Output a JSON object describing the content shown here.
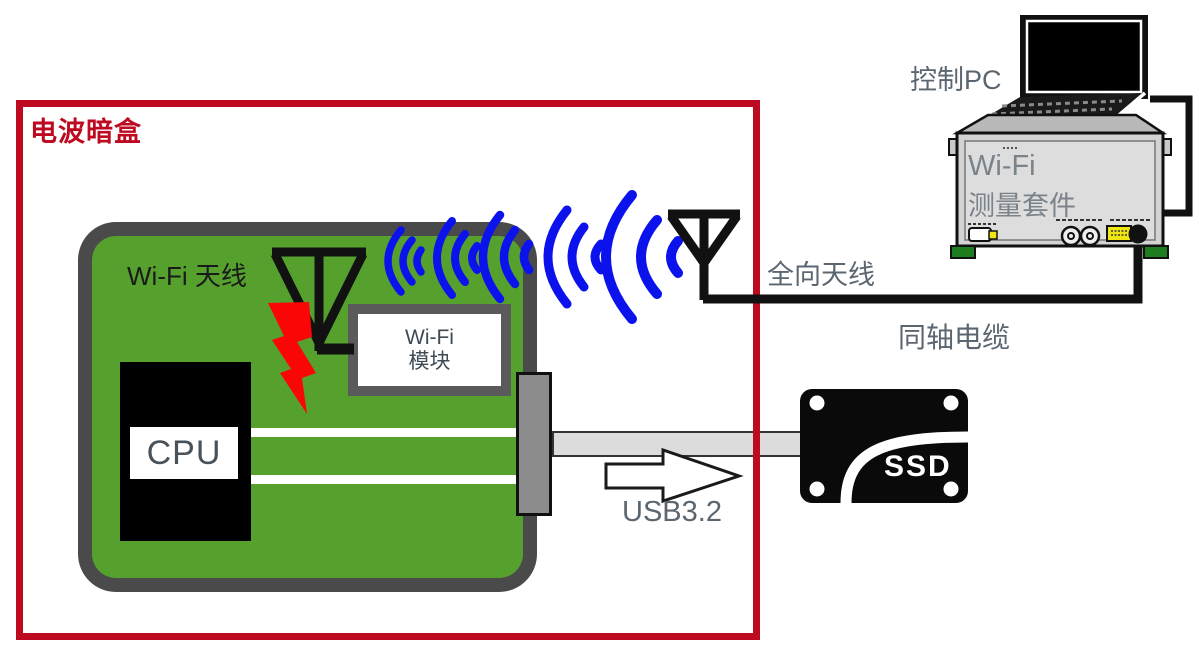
{
  "diagram": {
    "chamber_label": "电波暗盒",
    "device": {
      "antenna_label": "Wi-Fi 天线",
      "cpu_label": "CPU",
      "module_label_line1": "Wi-Fi",
      "module_label_line2": "模块"
    },
    "usb_label": "USB3.2",
    "ssd_label": "SSD",
    "omni_antenna_label": "全向天线",
    "coax_label": "同轴电缆",
    "control_pc_label": "控制PC",
    "instrument": {
      "label_line1": "Wi-Fi",
      "label_line2": "测量套件"
    },
    "colors": {
      "chamber_red": "#BD0A20",
      "board_green": "#56A12E",
      "board_border_gray": "#4A4A4A",
      "wave_blue": "#0B12EC",
      "bolt_red": "#FB0606",
      "label_gray": "#5B6670",
      "instrument_gray": "#D3D3D3",
      "yellow_port": "#F0E612",
      "feet_green": "#1E7D1E"
    }
  }
}
